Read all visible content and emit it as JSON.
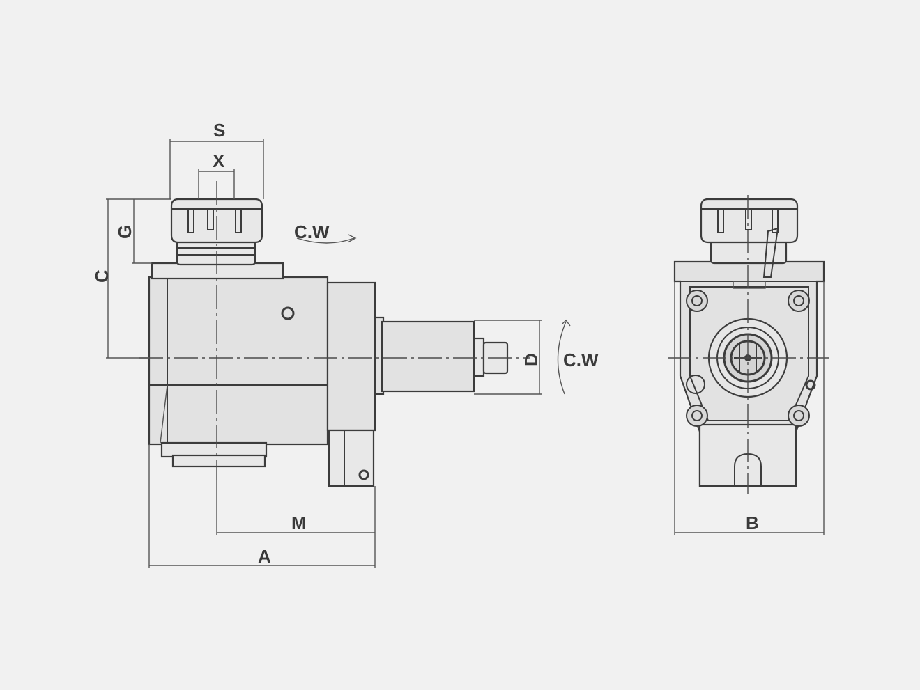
{
  "labels": {
    "s": "S",
    "x": "X",
    "g": "G",
    "c": "C",
    "cw_top": "C.W",
    "cw_side": "C.W",
    "d": "D",
    "m": "M",
    "a": "A",
    "b": "B"
  },
  "colors": {
    "background": "#f1f1f1",
    "line": "#3c3c3c",
    "fill": "#e2e2e2"
  }
}
